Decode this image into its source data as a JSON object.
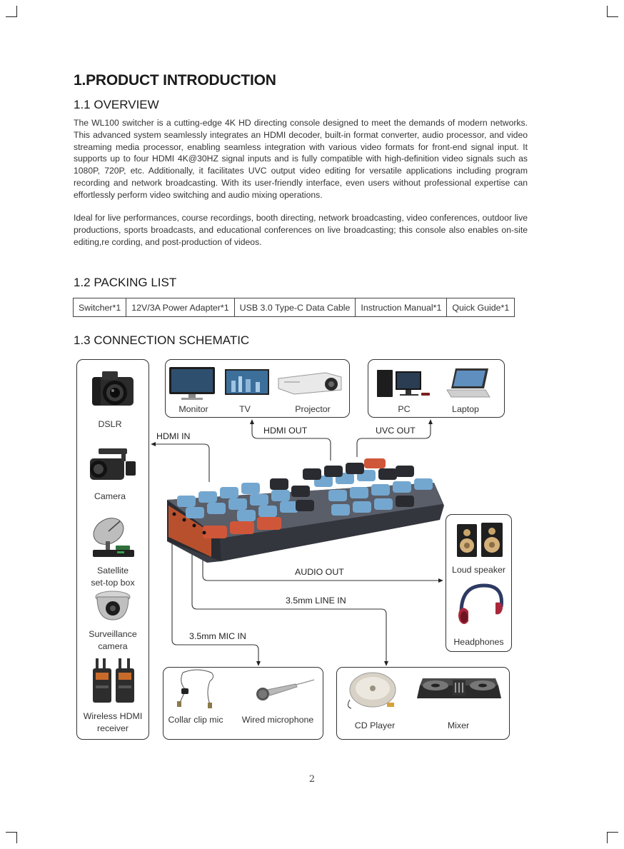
{
  "heading": "1.PRODUCT INTRODUCTION",
  "overview": {
    "title": "1.1 OVERVIEW",
    "paragraph1": "The WL100 switcher is a cutting-edge 4K HD directing console designed to meet the demands of modern networks. This advanced system seamlessly integrates an HDMI decoder, built-in format converter, audio processor, and video streaming media processor, enabling seamless integration with various video formats for front-end signal input. It supports up to four HDMI 4K@30HZ signal inputs and is fully compatible with high-definition video signals such as 1080P, 720P, etc. Additionally, it facilitates UVC output video editing for versatile applications including program recording and network broadcasting. With its user-friendly interface, even users without professional expertise can effortlessly perform video switching and audio mixing operations.",
    "paragraph2": "Ideal for live performances, course recordings, booth directing, network broadcasting, video conferences, outdoor live productions, sports broadcasts, and educational conferences on live broadcasting; this console also enables on-site editing,re cording, and post-production of videos."
  },
  "packing": {
    "title": "1.2 PACKING LIST",
    "items": [
      "Switcher*1",
      "12V/3A Power Adapter*1",
      "USB 3.0 Type-C Data Cable",
      "Instruction Manual*1",
      "Quick Guide*1"
    ]
  },
  "schematic": {
    "title": "1.3 CONNECTION SCHEMATIC",
    "inputs": {
      "dslr": "DSLR",
      "camera": "Camera",
      "satellite_1": "Satellite",
      "satellite_2": "set-top box",
      "surveillance_1": "Surveillance",
      "surveillance_2": "camera",
      "wireless_1": "Wireless HDMI",
      "wireless_2": "receiver"
    },
    "hdmi_out_devices": {
      "monitor": "Monitor",
      "tv": "TV",
      "projector": "Projector"
    },
    "uvc_devices": {
      "pc": "PC",
      "laptop": "Laptop"
    },
    "audio_devices": {
      "speaker": "Loud speaker",
      "headphones": "Headphones"
    },
    "mic_devices": {
      "collar": "Collar clip mic",
      "wired": "Wired microphone"
    },
    "line_devices": {
      "cd": "CD Player",
      "mixer": "Mixer"
    },
    "wires": {
      "hdmi_in": "HDMI IN",
      "hdmi_out": "HDMI OUT",
      "uvc_out": "UVC OUT",
      "audio_out": "AUDIO OUT",
      "line_in": "3.5mm LINE IN",
      "mic_in": "3.5mm MIC IN"
    }
  },
  "page_number": "2"
}
